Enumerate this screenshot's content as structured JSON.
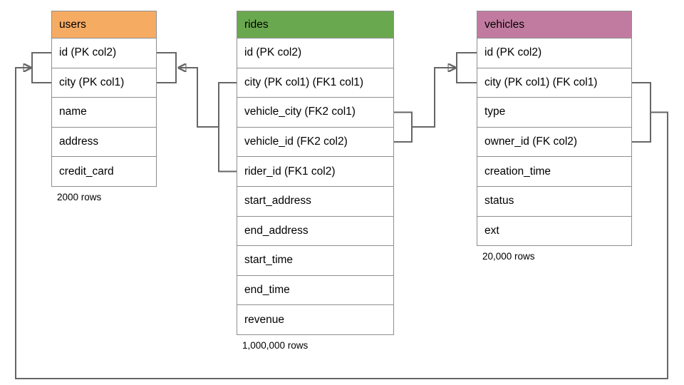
{
  "colors": {
    "users_header": "#F6AB63",
    "rides_header": "#6AA84F",
    "vehicles_header": "#C27BA0",
    "connector_line": "#666666",
    "table_border": "#8E8E8E"
  },
  "tables": [
    {
      "name": "users",
      "row_count_label": "2000 rows",
      "columns": [
        "id (PK col2)",
        "city (PK col1)",
        "name",
        "address",
        "credit_card"
      ]
    },
    {
      "name": "rides",
      "row_count_label": "1,000,000 rows",
      "columns": [
        "id (PK col2)",
        "city (PK col1) (FK1 col1)",
        "vehicle_city (FK2 col1)",
        "vehicle_id (FK2 col2)",
        "rider_id (FK1 col2)",
        "start_address",
        "end_address",
        "start_time",
        "end_time",
        "revenue"
      ]
    },
    {
      "name": "vehicles",
      "row_count_label": "20,000 rows",
      "columns": [
        "id (PK col2)",
        "city (PK col1) (FK col1)",
        "type",
        "owner_id (FK col2)",
        "creation_time",
        "status",
        "ext"
      ]
    }
  ],
  "relationships": [
    {
      "from": "rides (city FK1 col1, rider_id FK1 col2)",
      "to": "users (city PK col1, id PK col2)"
    },
    {
      "from": "rides (vehicle_city FK2 col1, vehicle_id FK2 col2)",
      "to": "vehicles (city PK col1, id PK col2)"
    },
    {
      "from": "vehicles (city FK col1, owner_id FK col2)",
      "to": "users (city PK col1, id PK col2)"
    }
  ]
}
